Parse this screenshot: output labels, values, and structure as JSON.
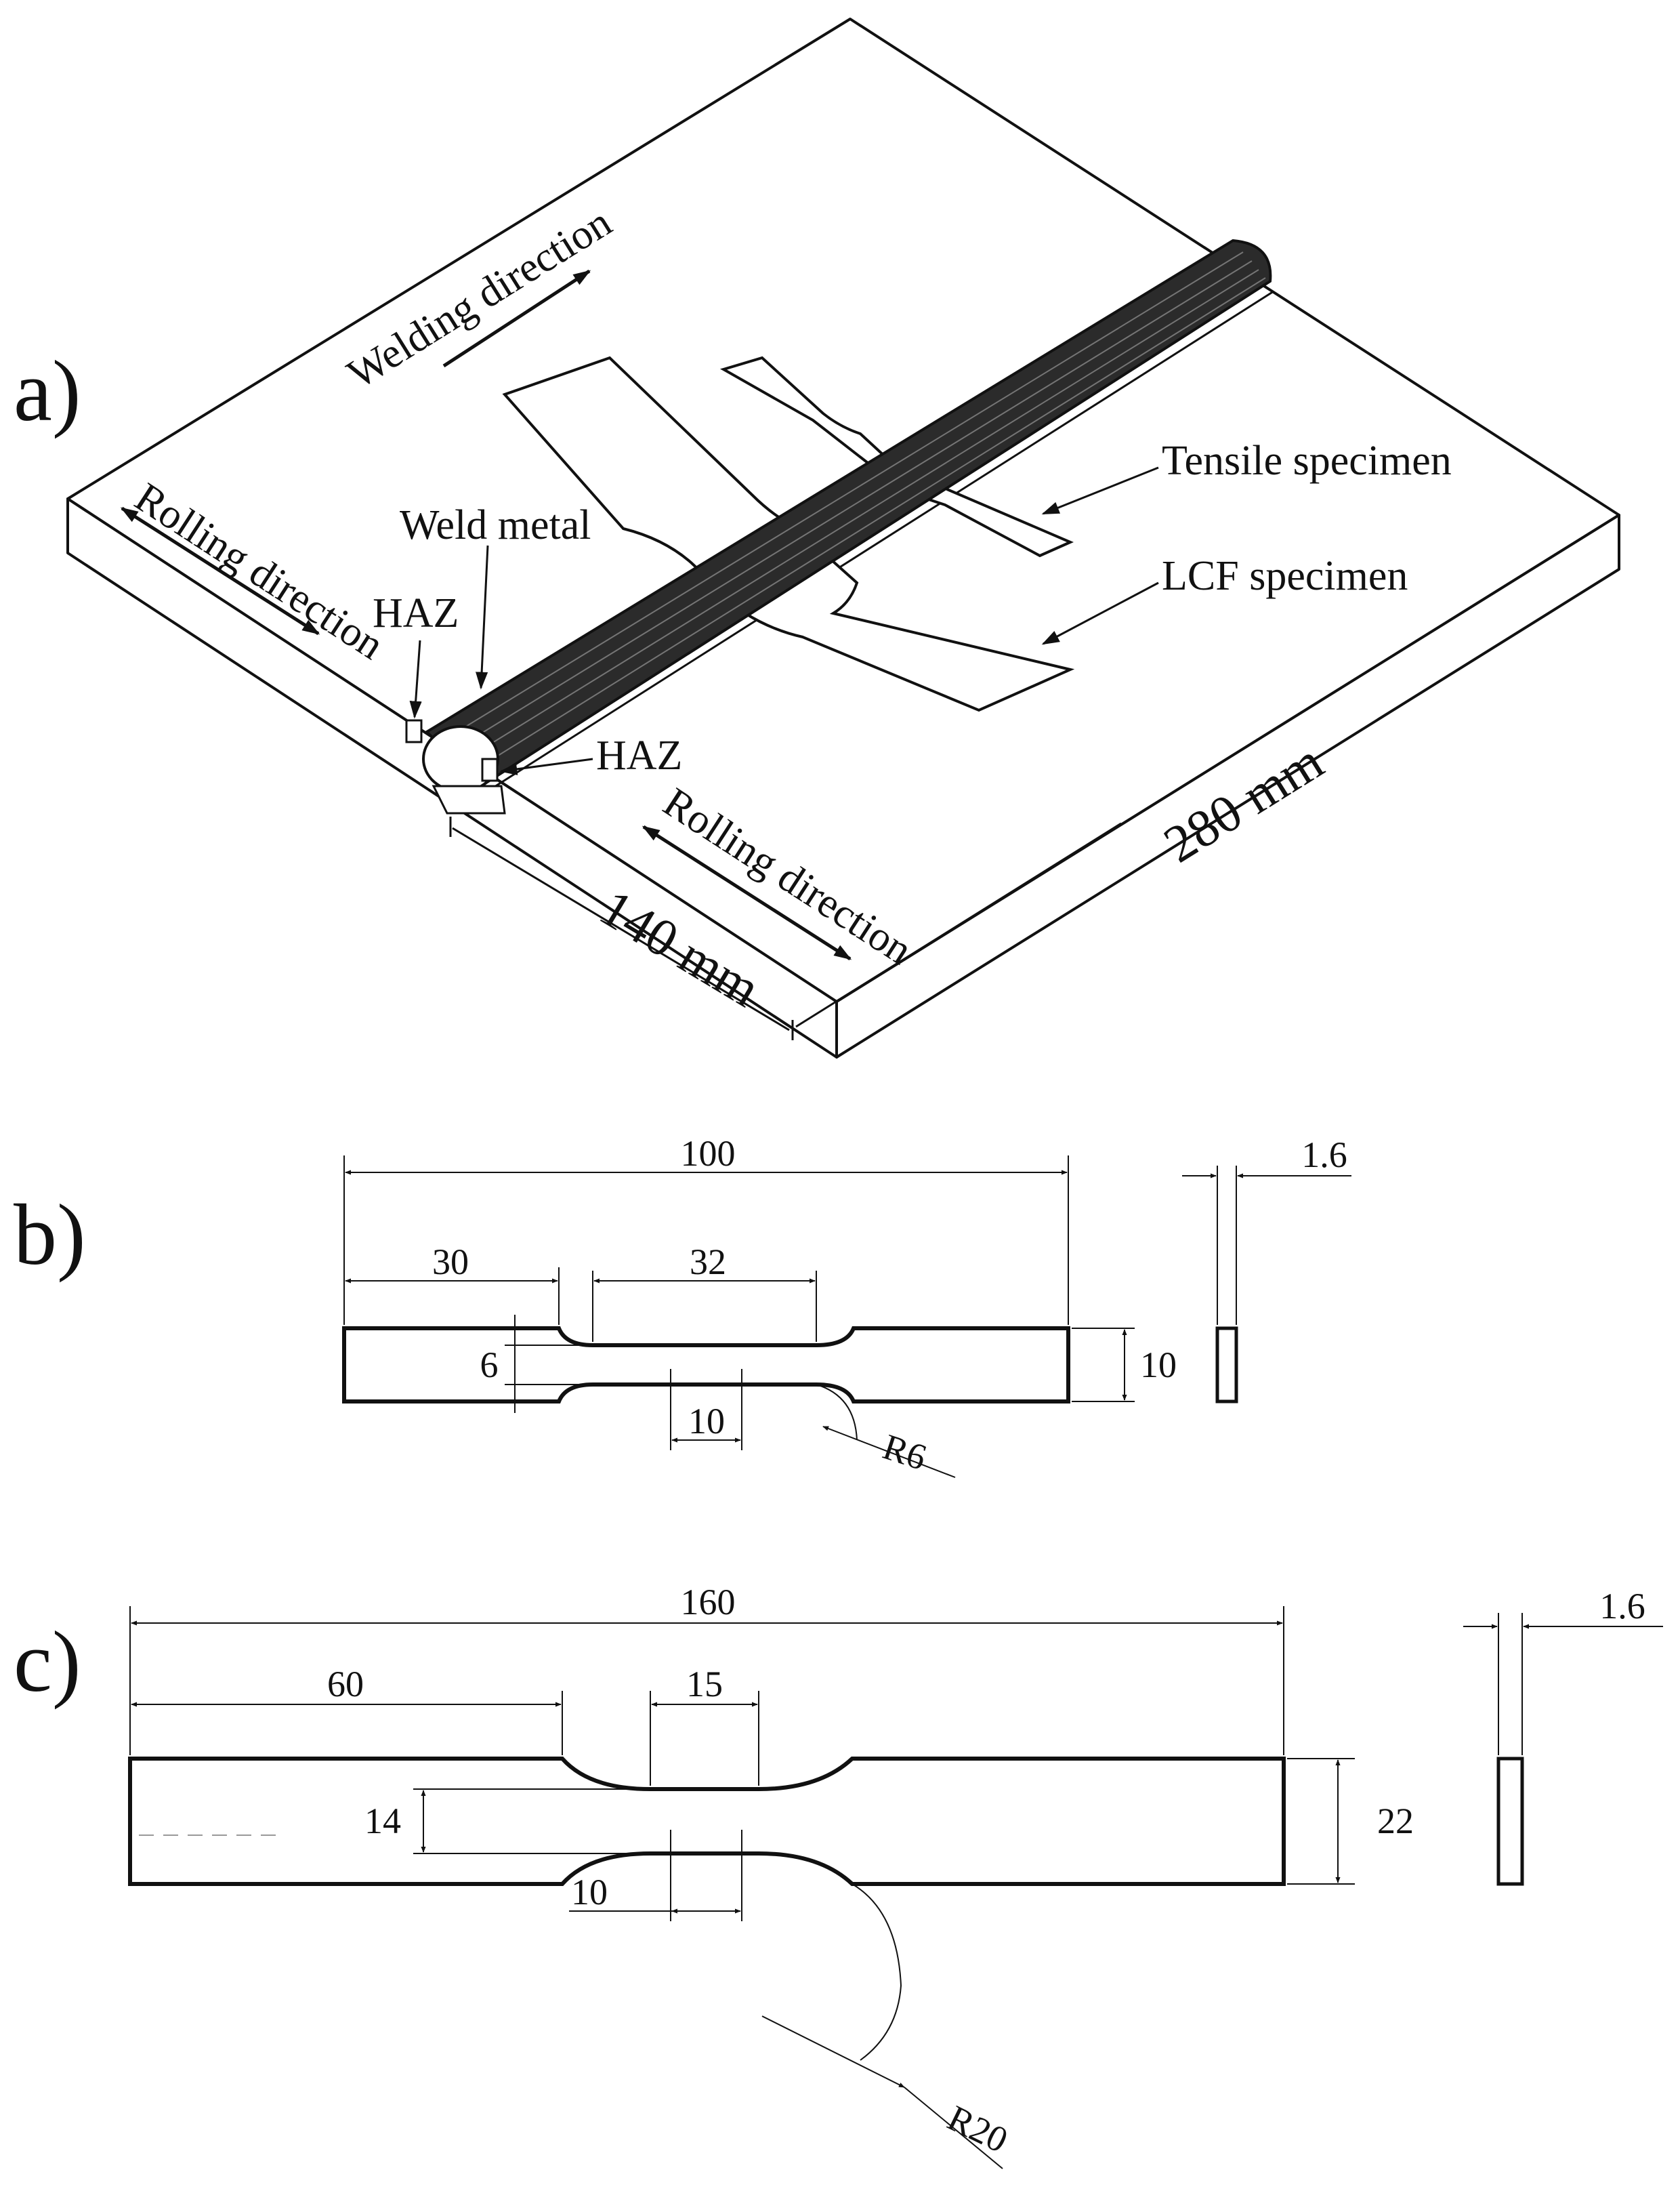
{
  "panel_a": {
    "label": "a)",
    "welding_direction": "Welding direction",
    "rolling_direction_left": "Rolling direction",
    "rolling_direction_right": "Rolling direction",
    "weld_metal": "Weld metal",
    "haz_left": "HAZ",
    "haz_right": "HAZ",
    "tensile_specimen": "Tensile specimen",
    "lcf_specimen": "LCF specimen",
    "width_dim": "140 mm",
    "length_dim": "280 mm"
  },
  "panel_b": {
    "label": "b)",
    "overall_length": "100",
    "grip_length": "30",
    "parallel_length": "32",
    "gauge_width": "6",
    "grip_width": "10",
    "gauge_mark": "10",
    "radius": "R6",
    "thickness": "1.6"
  },
  "panel_c": {
    "label": "c)",
    "overall_length": "160",
    "grip_length": "60",
    "parallel_length": "15",
    "gauge_width": "14",
    "grip_width": "22",
    "gauge_mark": "10",
    "radius": "R20",
    "thickness": "1.6"
  }
}
